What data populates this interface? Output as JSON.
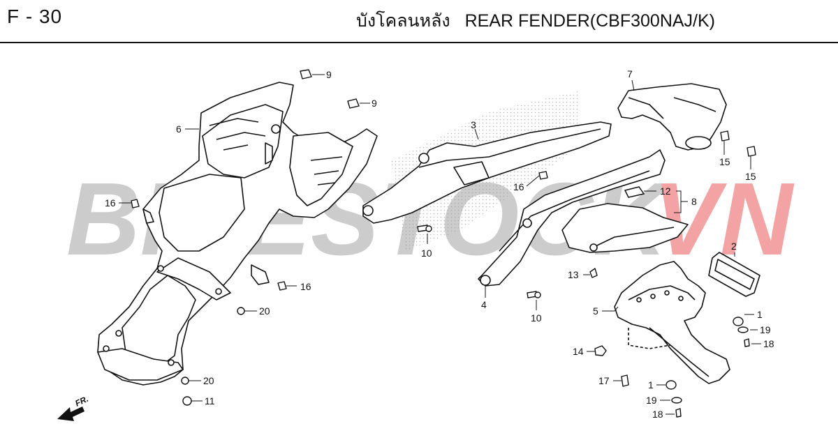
{
  "header": {
    "code": "F - 30",
    "title_thai": "บังโคลนหลัง",
    "title_en": "REAR FENDER(CBF300NAJ/K)"
  },
  "watermark": {
    "left": "BIKESTOCK",
    "right": "VN",
    "color_left": "#c8c8c8",
    "color_right": "#f2a0a0"
  },
  "direction_label": "FR.",
  "callouts": {
    "c1a": "1",
    "c1b": "1",
    "c2": "2",
    "c3": "3",
    "c4": "4",
    "c5": "5",
    "c6": "6",
    "c7": "7",
    "c8": "8",
    "c9a": "9",
    "c9b": "9",
    "c10a": "10",
    "c10b": "10",
    "c11": "11",
    "c12": "12",
    "c13": "13",
    "c14": "14",
    "c15a": "15",
    "c15b": "15",
    "c16a": "16",
    "c16b": "16",
    "c16c": "16",
    "c17": "17",
    "c18a": "18",
    "c18b": "18",
    "c19a": "19",
    "c19b": "19",
    "c20a": "20",
    "c20b": "20"
  }
}
